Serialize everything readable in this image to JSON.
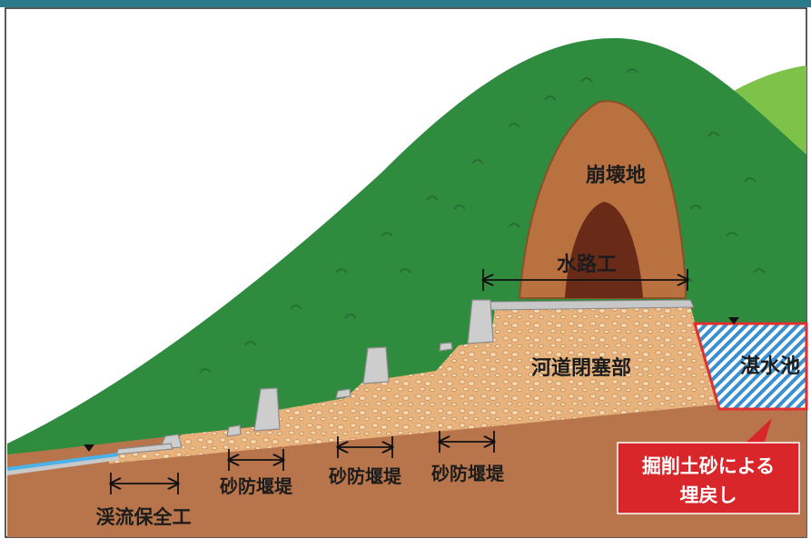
{
  "labels": {
    "landslide": "崩壊地",
    "waterway": "水路工",
    "river_blockage": "河道閉塞部",
    "impounded_lake": "湛水池",
    "dam_1": "砂防堰堤",
    "dam_2": "砂防堰堤",
    "dam_3": "砂防堰堤",
    "stream_protection": "渓流保全工",
    "backfill_line1": "掘削土砂による",
    "backfill_line2": "埋戻し"
  },
  "colors": {
    "frame": "#2a7a8c",
    "sky": "#ffffff",
    "mountain": "#2f8c3f",
    "mountain_dark": "#27743a",
    "back_hill": "#7fc24a",
    "ground": "#b8744a",
    "sediment": "#e6b07a",
    "landslide": "#b9723f",
    "landslide_inner": "#6a2a18",
    "concrete": "#c8c8c8",
    "lake_hatch": "#3a8fd0",
    "lake_border": "#e03030",
    "water": "#4ab2e8",
    "callout": "#d9262b"
  }
}
